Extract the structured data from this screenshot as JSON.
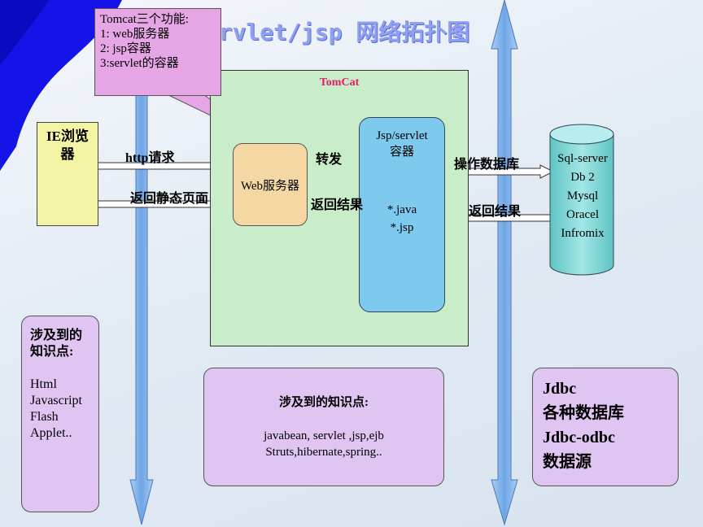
{
  "title": "servlet/jsp 网络拓扑图",
  "callout": {
    "lines": [
      "Tomcat三个功能:",
      "1: web服务器",
      "2: jsp容器",
      "3:servlet的容器"
    ]
  },
  "tomcat": {
    "label": "TomCat"
  },
  "ie": {
    "lines": [
      "IE浏览",
      "器"
    ]
  },
  "web": {
    "label": "Web服务器"
  },
  "jsp": {
    "heading": [
      "Jsp/servlet",
      "容器"
    ],
    "files": [
      "*.java",
      "*.jsp"
    ]
  },
  "database": {
    "items": [
      "Sql-server",
      "Db 2",
      "Mysql",
      "Oracel",
      "Infromix"
    ]
  },
  "arrows": {
    "http_request": "http请求",
    "return_static": "返回静态页面",
    "forward": "转发",
    "return_result_web": "返回结果",
    "operate_db": "操作数据库",
    "return_result_db": "返回结果"
  },
  "left_box": {
    "heading": [
      "涉及到的",
      "知识点:"
    ],
    "items": [
      "Html",
      "Javascript",
      "Flash",
      "Applet.."
    ]
  },
  "middle_box": {
    "heading": "涉及到的知识点:",
    "lines": [
      "javabean, servlet ,jsp,ejb",
      "Struts,hibernate,spring.."
    ]
  },
  "right_box": {
    "lines": [
      "Jdbc",
      "各种数据库",
      "Jdbc-odbc",
      "数据源"
    ]
  },
  "colors": {
    "tomcat_label": "#e8196a",
    "callout_bg": "#e6a6e6",
    "tomcat_bg": "#c9ecc9",
    "web_bg": "#f4d7a2",
    "jsp_bg": "#7ec9ee",
    "db_bg": "#7fd4d4",
    "ie_bg": "#f3f4a3",
    "knowledge_bg": "#e0c4f2",
    "pillar": "#7aaee8"
  }
}
